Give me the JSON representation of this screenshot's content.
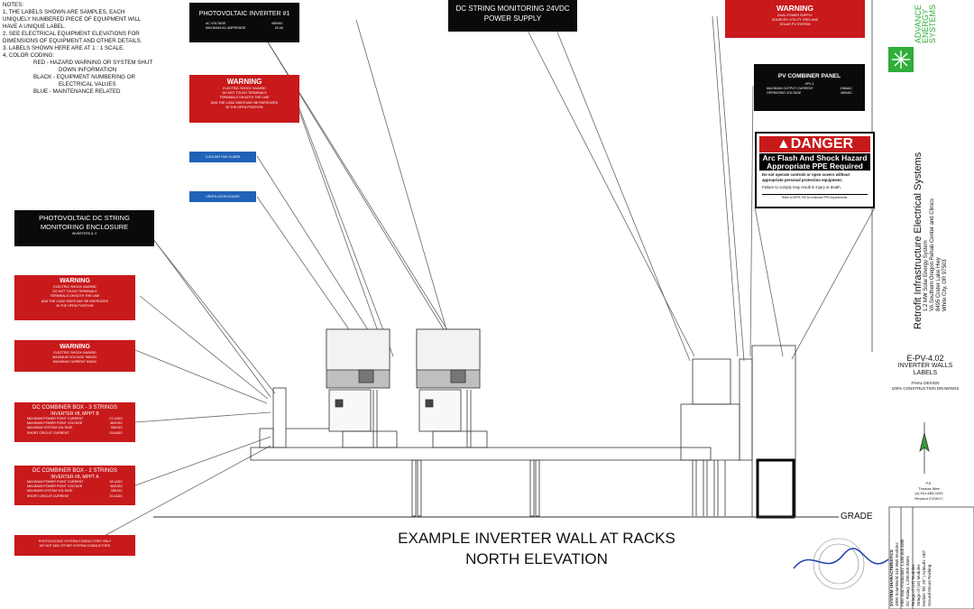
{
  "notes": {
    "heading": "NOTES:",
    "lines": [
      "1, THE LABELS SHOWN ARE SAMPLES, EACH",
      "UNIQUELY NUMBERED PIECE OF EQUIPMENT WILL",
      "HAVE A UNIQUE LABEL.",
      "2. SEE ELECTRICAL EQUIPMENT ELEVATIONS FOR",
      "DIMENSIONS OF EQUIPMENT AND OTHER DETAILS.",
      "3. LABELS SHOWN HERE ARE AT 1 : 1 SCALE.",
      "4, COLOR CODING:"
    ],
    "color_coding": [
      "RED - HAZARD WARNING OR SYSTEM SHUT",
      "DOWN INFORMATION",
      "BLACK - EQUIPMENT NUMBERING OR",
      "ELECTRICAL VALUES",
      "BLUE - MAINTENANCE RELATED"
    ]
  },
  "labels": {
    "pv_inverter": {
      "title": "PHOTOVOLTAIC INVERTER #1",
      "rows": [
        [
          "AC VOLTAGE",
          "480VAC"
        ],
        [
          "MAXIMUM AC AMPERAGE",
          "24.4A"
        ]
      ]
    },
    "warning_top": {
      "title": "WARNING",
      "lines": [
        "ELECTRIC SHOCK HAZARD",
        "DO NOT TOUCH TERMINALS",
        "TERMINALS ON BOTH THE LINE",
        "AND THE LOAD SIDES MAY BE ENERGIZED",
        "IN THE OPEN POSITION"
      ]
    },
    "cooling_fan": "COOLING FAN GUARD",
    "ventilation": "VENTILATION GUARD",
    "dc_string_enclosure": {
      "title1": "PHOTOVOLTAIC DC STRING",
      "title2": "MONITORING ENCLOSURE",
      "sub": "INVERTERS 8, 9"
    },
    "warning_left1": {
      "title": "WARNING",
      "lines": [
        "ELECTRIC SHOCK HAZARD",
        "DO NOT TOUCH TERMINALS",
        "TERMINALS ON BOTH THE LINE",
        "AND THE LOAD SIDES MAY BE ENERGIZED",
        "IN THE OPEN POSITION"
      ]
    },
    "warning_left2": {
      "title": "WARNING",
      "lines": [
        "ELECTRIC SHOCK HAZARD",
        "MAXIMUM VOLTAGE 788VDC",
        "MAXIMUM CURRENT 90ADC"
      ]
    },
    "combiner_3": {
      "title1": "DC COMBINER BOX - 3 STRINGS",
      "title2": "INVERTER #8, MPPT B",
      "rows": [
        [
          "MAXIMUM POWER POINT CURRENT",
          "27.1ADC"
        ],
        [
          "MAXIMUM POWER POINT VOLTAGE",
          "663VDC"
        ],
        [
          "MAXIMUM SYSTEM VOLTAGE",
          "788VDC"
        ],
        [
          "SHORT CIRCUIT CURRENT",
          "33.6ADC"
        ]
      ]
    },
    "combiner_2": {
      "title1": "DC COMBINER BOX - 2 STRINGS",
      "title2": "INVERTER #8, MPPT A",
      "rows": [
        [
          "MAXIMUM POWER POINT CURRENT",
          "18.1ADC"
        ],
        [
          "MAXIMUM POWER POINT VOLTAGE",
          "663VDC"
        ],
        [
          "MAXIMUM SYSTEM VOLTAGE",
          "788VDC"
        ],
        [
          "SHORT CIRCUIT CURRENT",
          "22.4ADC"
        ]
      ]
    },
    "pv_conductors": {
      "line1": "PHOTOVOLTAIC SYSTEM CONDUCTORS ONLY",
      "line2": "DO NOT ADD OTHER SYSTEM CONDUCTORS"
    },
    "dc_string_power": {
      "line1": "DC STRING MONITORING 24VDC",
      "line2": "POWER SUPPLY"
    },
    "warning_right": {
      "title": "WARNING",
      "lines": [
        "DUAL POWER SUPPLY",
        "SOURCES: UTILITY GRID AND",
        "SOLAR PV SYSTEM"
      ]
    },
    "combiner_panel": {
      "title": "PV COMBINER PANEL",
      "sub": "4PV-1",
      "rows": [
        [
          "MAXIMUM OUTPUT CURRENT",
          "238AAC"
        ],
        [
          "OPERATING VOLTAGE",
          "480VAC"
        ]
      ]
    },
    "danger": {
      "head": "DANGER",
      "sub1": "Arc Flash And Shock Hazard",
      "sub2": "Appropriate PPE Required",
      "txt1": "Do not operate controls or open covers without appropriate personal protection equipment.",
      "txt2": "Failure to comply may result in injury or death.",
      "foot": "Refer to NFPA 70E for minimum PPE requirements."
    }
  },
  "drawing": {
    "grade": "GRADE",
    "title1": "EXAMPLE INVERTER WALL AT RACKS",
    "title2": "NORTH ELEVATION"
  },
  "title_block": {
    "company": "ADVANCE ENERGY SYSTEMS",
    "project_title": "Retrofit Infrastructure Electrical Systems",
    "project_lines": [
      "1.2 MW Solar Energy System",
      "VA Southern Oregon Rehab Center and Clinics",
      "8495 Crater Lake Hwy",
      "White City, OR 97503"
    ],
    "sheet_number": "E-PV-4.02",
    "sheet_title1": "INVERTER WALLS",
    "sheet_title2": "LABELS",
    "status1": "FINAL DESIGN",
    "status2": "100% CONSTRUCTION DRAWINGS",
    "stamp_block": [
      "P.E.",
      "Thomas Wee",
      "(o) 541-683-0240",
      "Revised 07/09/17"
    ],
    "system_title": "SYSTEM CHARACTERISTICS",
    "system_lines": [
      "4800 SolarWorld 340 Watt Modules",
      "First Year Production: 1,588,000 kWh",
      "DC Rating: 1,200,000 Watts",
      "Strings of (17) Modules",
      "Strings of (16) Modules",
      "Module Tilt: 20° | Azimuth: 180°",
      "Ground Mount Racking"
    ]
  },
  "colors": {
    "red": "#c8191b",
    "black": "#0a0a0a",
    "blue": "#1f62b8",
    "green": "#2fae3a"
  }
}
